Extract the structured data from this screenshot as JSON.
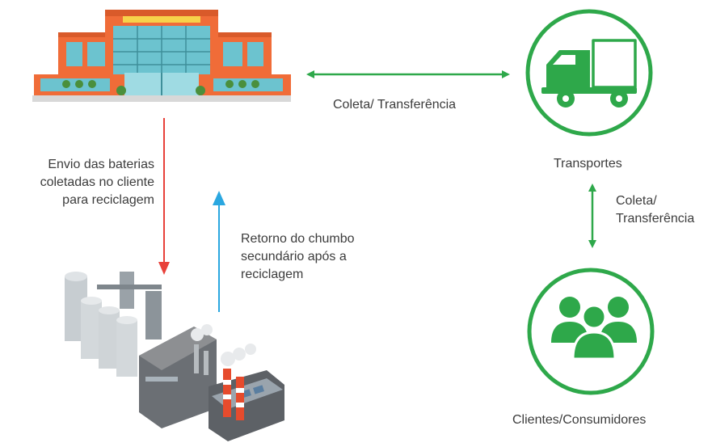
{
  "nodes": {
    "distributor": {
      "icon": "building-icon"
    },
    "transport": {
      "icon": "truck-icon",
      "label": "Transportes"
    },
    "clients": {
      "icon": "people-icon",
      "label": "Clientes/Consumidores"
    },
    "recycler": {
      "icon": "factory-icon"
    }
  },
  "edges": {
    "distributor_transport": {
      "label": "Coleta/ Transferência"
    },
    "transport_clients": {
      "label": "Coleta/\nTransferência"
    },
    "distributor_recycler": {
      "label": "Envio das baterias\ncoletadas no cliente\npara reciclagem"
    },
    "recycler_distributor": {
      "label": "Retorno do chumbo\nsecundário após a\nreciclagem"
    }
  },
  "colors": {
    "green": "#2ea84a",
    "red": "#e8413a",
    "blue": "#2aa7e0",
    "building_orange": "#ee6a35",
    "building_teal": "#5fb8c4"
  }
}
